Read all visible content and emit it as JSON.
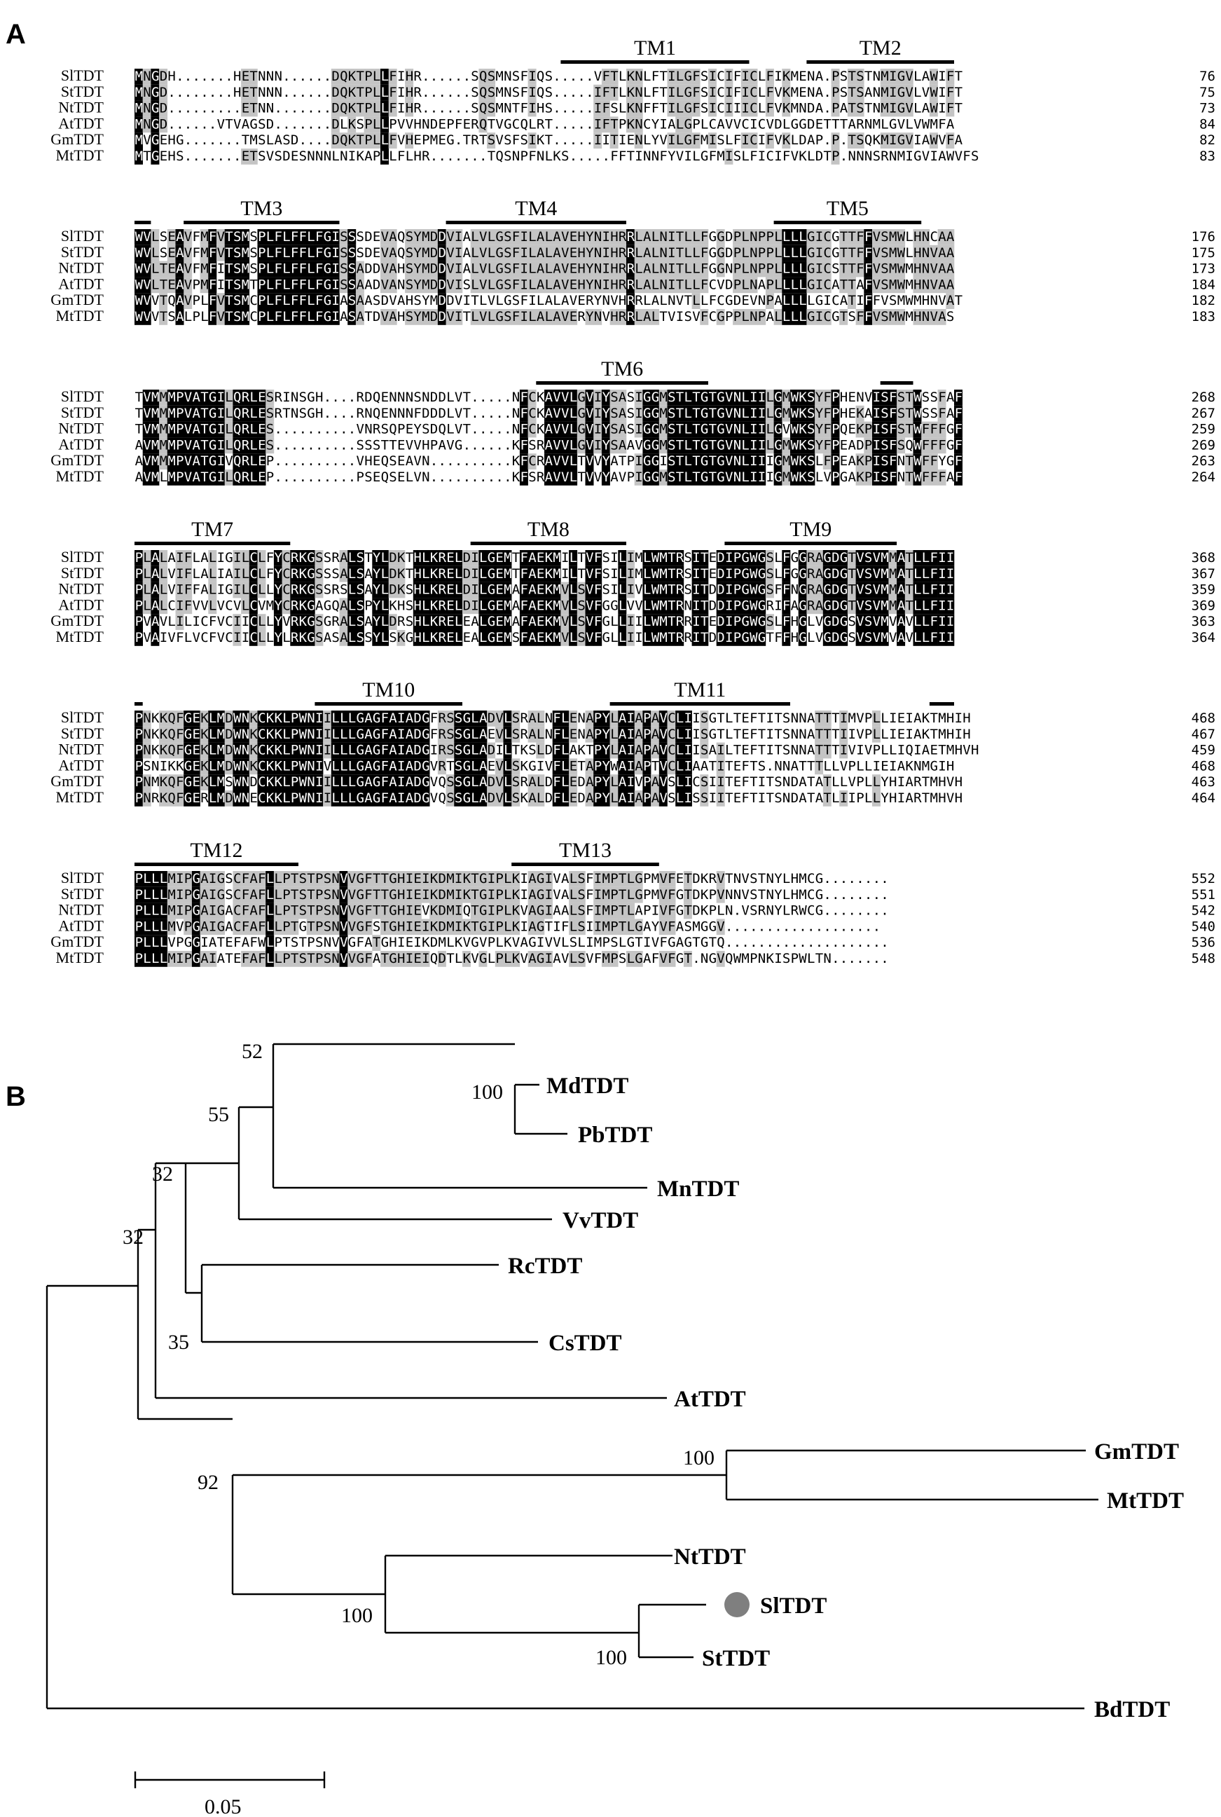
{
  "panel_a": {
    "letter": "A",
    "species": [
      "SlTDT",
      "StTDT",
      "NtTDT",
      "AtTDT",
      "GmTDT",
      "MtTDT"
    ],
    "blocks": [
      {
        "tm": [
          {
            "label": "TM1",
            "from": 52,
            "to": 75
          },
          {
            "label": "TM2",
            "from": 82,
            "to": 100
          }
        ],
        "rows": [
          "MNGDH.......HETNNN......DQKTPLLFIHR......SQSMNSFIQS.....VFTLKNLFTILGFSICIFICLFIKMENA.PSTSTNMIGVLAWIFT",
          "MNGD........HETNNN......DQKTPLLFIHR......SQSMNSFIQS.....IFTLKNLFTILGFSICIFICLFVKMENA.PSTSANMIGVLVWIFT",
          "MNGD.........ETNN.......DQKTPLLFIHR......SQSMNTFIHS.....IFSLKNFFTILGFSICIIICLFVKMNDA.PATSTNMIGVLAWIFT",
          "MNGD......VTVAGSD.......DLKSPLLPVVHNDEPFERQTVGCQLRT.....IFTPKNCYIALGPLCAVVCICVDLGGDETTTARNMLGVLVWMFA",
          "MVGEHG.......TMSLASD....DQKTPLLFVHEPMEG.TRTSVSFSIKT.....IITIENLYVILGFMISLFICIFVKLDAP.P.TSQKMIGVIAWVFA",
          "MTGEHS.......ETSVSDESNNNLNIKAPLLFLHR.......TQSNPFNLKS.....FFTINNFYVILGFMISLFICIFVKLDTP.NNNSRNMIGVIAWVFS"
        ],
        "nums": [
          "76",
          "75",
          "73",
          "84",
          "82",
          "83"
        ]
      },
      {
        "tm": [
          {
            "label": "",
            "from": 0,
            "to": 2
          },
          {
            "label": "TM3",
            "from": 6,
            "to": 25
          },
          {
            "label": "TM4",
            "from": 38,
            "to": 60
          },
          {
            "label": "TM5",
            "from": 78,
            "to": 96
          }
        ],
        "rows": [
          "WVLSEAVFMFVTSMSPLFLFFLFGISSSDEVAQSYMDDVIALVLGSFILALAVEHYNIHRRLALNITLLFGGDPLNPPLLLLGICGTTFFVSMWLHNCAA",
          "WVLSEAVFMFVTSMSPLFLFFLFGISSSDEVAQSYMDDVIALVLGSFILALAVEHYNIHRRLALNITLLFGGDPLNPPLLLLGICGTTFFVSMWLHNVAA",
          "WVLTEAVFMFITSMSPLFLFFLFGISSADDVAHSYMDDVIALVLGSFILALAVEHYNIHRRLALNITLLFGGNPLNPPLLLLGICSTTFFVSMWMHNVAA",
          "WVLTEAVPMFITSMTPLFLFFLFGISSAADVANSYMDDVISLVLGSFILALAVEHYNIHRRLALNITLLFCVDPLNAPLLLLGICATTAFVSMWMHNVAA",
          "WVVTQAVPLFVTSMCPLFLFFLFGIASAASDVAHSYMDDVITLVLGSFILALAVERYNVHRRLALNVTLLFCGDEVNPALLLLGICATIFFVSMWMHNVAT",
          "WVVTSALPLFVTSMCPLFLFFLFGIASATDVAHSYMDDVITLVLGSFILALAVERYNVHRRLALTVISVFCGPPLNPALLLLGICGTSFFVSMWMHNVAS"
        ],
        "nums": [
          "176",
          "175",
          "173",
          "184",
          "182",
          "183"
        ]
      },
      {
        "tm": [
          {
            "label": "TM6",
            "from": 49,
            "to": 70
          },
          {
            "label": "",
            "from": 91,
            "to": 95
          }
        ],
        "rows": [
          "TVMMMPVATGILQRLESRINSGH....RDQENNNSNDDLVT.....NFCKAVVLGVIYSASIGGMSTLTGTGVNLIILGMWKSYFPHENVISFSTWSSFAF",
          "TVMMMPVATGILQRLESRTNSGH....RNQENNNFDDDLVT.....NFCKAVVLGVIYSASIGGMSTLTGTGVNLIILGMWKSYFPHEKAISFSTWSSFAF",
          "TVMMMPVATGILQRLES..........VNRSQPEYSDQLVT.....NFCKAVVLGVIYSASIGGMSTLTGTGVNLIILGVWKSYFPQEKPISFSTWFFFGF",
          "AVMMMPVATGILQRLES..........SSSTTEVVHPAVG......KFSRAVVLGVIYSAAVGGMSTLTGTGVNLIILGMWKSYFPEADPISFSQWFFFGF",
          "AVMMMPVATGIVQRLEP..........VHEQSEAVN..........KFCRAVVLTVVYATPIGGISTLTGTGVNLIIIGMWKSLFPEAKPISFNTWFFYGF",
          "AVMLMPVATGILQRLEP..........PSEQSELVN..........KFSRAVVLTVVYAVPIGGMSTLTGTGVNLIIIGMWKSLVPGAKPISFNTWFFFAF"
        ],
        "nums": [
          "268",
          "267",
          "259",
          "269",
          "263",
          "264"
        ]
      },
      {
        "tm": [
          {
            "label": "TM7",
            "from": 0,
            "to": 19
          },
          {
            "label": "TM8",
            "from": 41,
            "to": 60
          },
          {
            "label": "TM9",
            "from": 72,
            "to": 93
          }
        ],
        "rows": [
          "PLALAIFLALIGILCLFYCRKGSSRALSTYLDKTHLKRELDILGEMTFAEKMILTVFSILIMLWMTRSITEDIPGWGSLFGGRAGDGTVSVMMATLLFII",
          "PLALVIFLALIAILCLFYCRKGSSSALSAYLDKTHLKRELDILGEMTFAEKMILTVFSILIMLWMTRSITEDIPGWGSLFGGRAGDGTVSVMMATLLFII",
          "PLALVIFFALIGILCLLYCRKGSSRSLSAYLDKSHLKRELDILGEMAFAEKMVLSVFSILIVLWMTRSITDDIPGWGSFFNGRAGDGTVSVMMATLLFII",
          "PLALCIFVVLVCVLCVMYCRKGAGQALSPYLKHSHLKRELDILGEMAFAEKMVLSVFGGLVVLWMTRNITDDIPGWGRIFAGRAGDGTVSVMMATLLFII",
          "PVAVLILICFVCIICLLYVRKGSGRALSAYLDRSHLKRELEALGEMAFAEKMVLSVFGLLIILWMTRRITEDIPGWGSLFHGLVGDGSVSVMVAVLLFII",
          "PVAIVFLVCFVCIICLLYLRKGSASALSSYLSKGHLKRELEALGEMSFAEKMVLSVFGLLIILWMTRRITDDIPGWGTFFHGLVGDGSVSVMVAVLLFII"
        ],
        "nums": [
          "368",
          "367",
          "359",
          "369",
          "363",
          "364"
        ]
      },
      {
        "tm": [
          {
            "label": "",
            "from": 0,
            "to": 1
          },
          {
            "label": "TM10",
            "from": 22,
            "to": 40
          },
          {
            "label": "TM11",
            "from": 58,
            "to": 80
          },
          {
            "label": "",
            "from": 97,
            "to": 100
          }
        ],
        "rows": [
          "PNKKQFGEKLMDWNKCKKLPWNIILLLGAGFAIADGFRSSGLADVLSRALNFLENAPYLAIAPAVCLIISGTLTEFTITSNNATTTIMVPLLIEIAKTMHIH",
          "PNKKQFGEKLMDWNKCKKLPWNIILLLGAGFAIADGFRSSGLAEVLSRALNFLENAPYLAIAPAVCLIISGTLTEFTITSNNATTTIIVPLLIEIAKTMHIH",
          "PNKKQFGEKLMDWNKCKKLPWNIILLLGAGFAIADGIRSSGLADILTKSLDFLAKTPYLAIAPAVCLIISAILTEFTITSNNATTTIVIVPLLIQIAETMHVH",
          "PSNIKKGEKLMDWNKCKKLPWNIVLLLGAGFAIADGVRTSGLAEVLSKGIVFLETAPYWAIAPTVCLIAATITEFTS.NNATTTLLVPLLIEIAKNMGIH",
          "PNMKQFGEKLMSWNDCKKLPWNIILLLGAGFAIADGVQSSGLADVLSRALDFLEDAPYLAIVPAVSLICSIITEFTITSNDATATLLVPLLYHIARTMHVH",
          "PNRKQFGERLMDWNECKKLPWNIILLLGAGFAIADGVQSSGLADVLSKALDFLEDAPYLAIAPAVSLISSIITEFTITSNDATATLIIPLLYHIARTMHVH"
        ],
        "nums": [
          "468",
          "467",
          "459",
          "468",
          "463",
          "464"
        ]
      },
      {
        "tm": [
          {
            "label": "TM12",
            "from": 0,
            "to": 20
          },
          {
            "label": "TM13",
            "from": 46,
            "to": 64
          }
        ],
        "rows": [
          "PLLLMIPGAIGSCFAFLLPTSTPSNVVGFTTGHIEIKDMIKTGIPLKIAGIVALSFIMPTLGPMVFETDKRVTNVSTNYLHMCG........",
          "PLLLMIPGAIGSCFAFLLPTSTPSNVVGFTTGHIEIKDMIKTGIPLKIAGIVALSFIMPTLGPMVFGTDKPVNNVSTNYLHMCG........",
          "PLLLMIPGAIGACFAFLLPTSTPSNVVGFTTGHIEVKDMIQTGIPLKVAGIAALSFIMPTLAPIVFGTDKPLN.VSRNYLRWCG........",
          "PLLLMVPGAIGACFAFLLPTGTPSNVVGFSTGHIEIKDMIKTGIPLKIAGTIFLSIIMPTLGAYVFASMGGV...................",
          "PLLLVPGGIATEFAFWLPTSTPSNVVGFATGHIEIKDMLKVGVPLKVAGIVVLSLIMPSLGTIVFGAGTGTQ....................",
          "PLLLMIPGAIATEFAFLLPTSTPSNVVGFATGHIEIQDTLKVGLPLKVAGIAVLSVFMPSLGAFVFGT.NGVQWMPNKISPWLTN......."
        ],
        "nums": [
          "552",
          "551",
          "542",
          "540",
          "536",
          "548"
        ]
      }
    ]
  },
  "panel_b": {
    "letter": "B",
    "scale_label": "0.05",
    "marked_leaf": "SlTDT",
    "leaves": [
      "MdTDT",
      "PbTDT",
      "MnTDT",
      "VvTDT",
      "RcTDT",
      "CsTDT",
      "AtTDT",
      "GmTDT",
      "MtTDT",
      "NtTDT",
      "SlTDT",
      "StTDT",
      "BdTDT"
    ],
    "bootstraps": [
      "100",
      "52",
      "55",
      "32",
      "32",
      "35",
      "100",
      "92",
      "100",
      "100"
    ]
  }
}
